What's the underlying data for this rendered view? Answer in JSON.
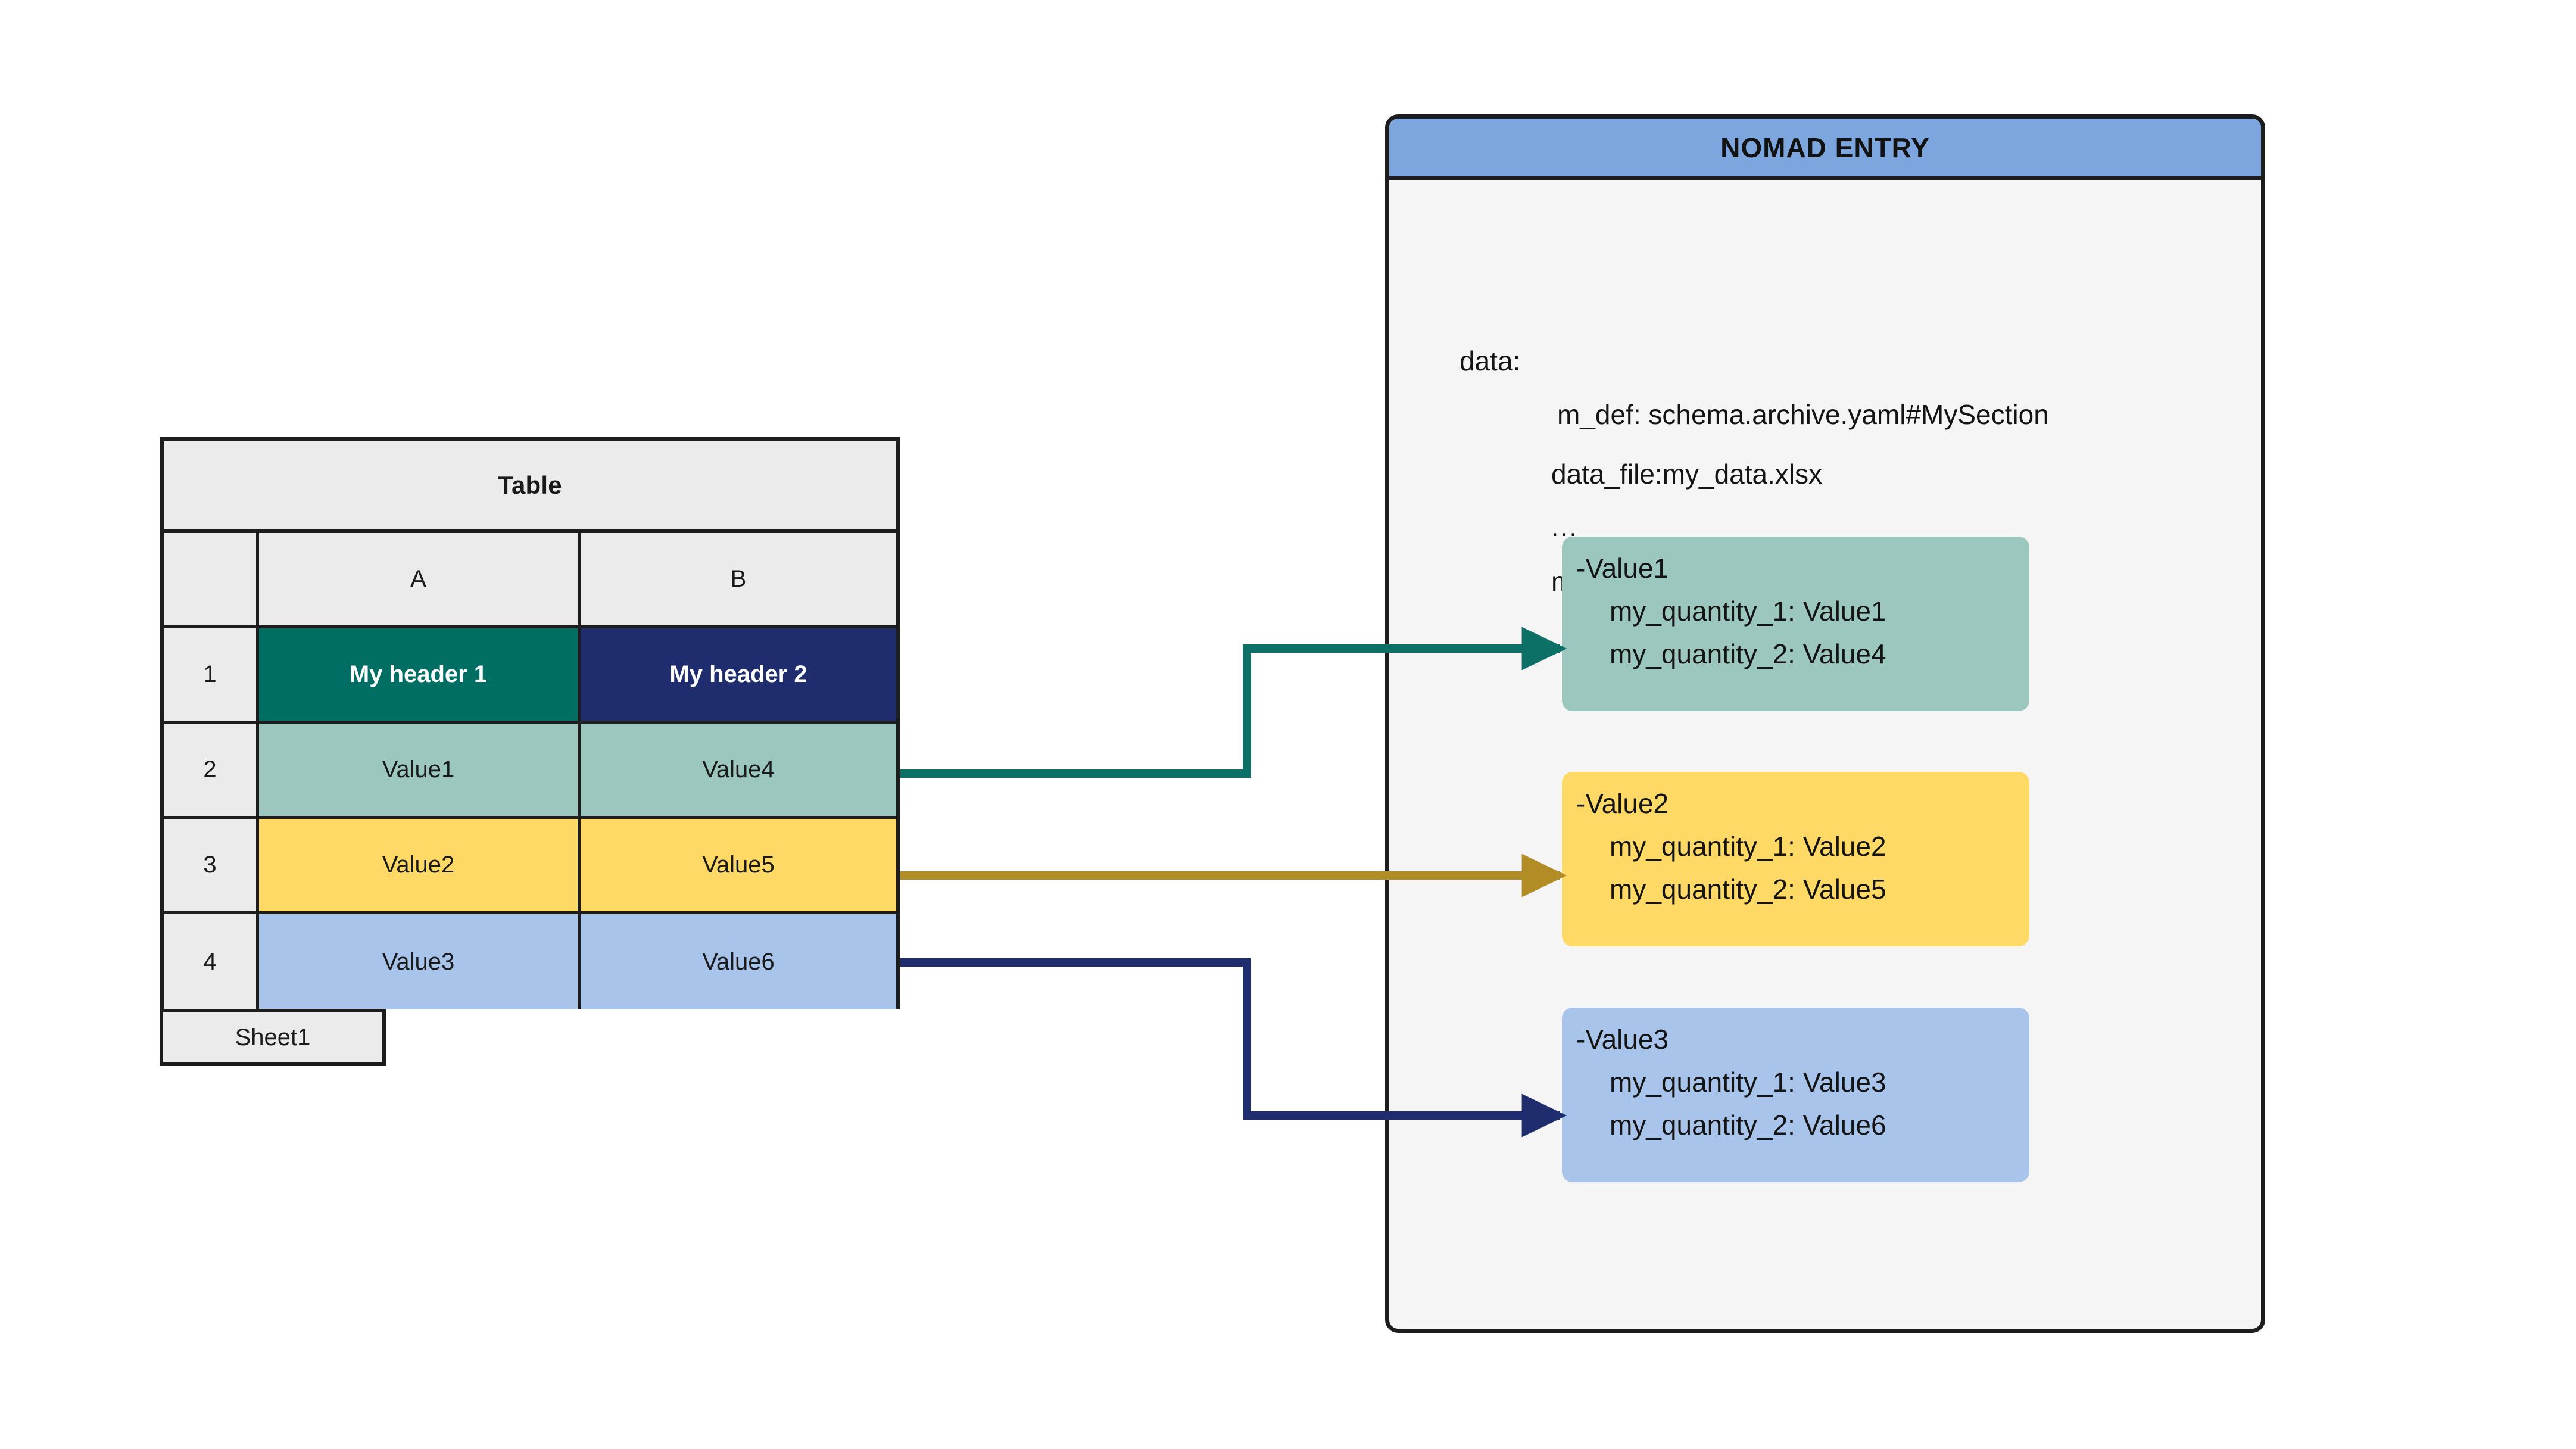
{
  "spreadsheet": {
    "title": "Table",
    "column_headers": [
      "",
      "A",
      "B"
    ],
    "rows": [
      {
        "num": "1",
        "a": "My header 1",
        "b": "My header 2"
      },
      {
        "num": "2",
        "a": "Value1",
        "b": "Value4"
      },
      {
        "num": "3",
        "a": "Value2",
        "b": "Value5"
      },
      {
        "num": "4",
        "a": "Value3",
        "b": "Value6"
      }
    ],
    "sheet_tab": "Sheet1"
  },
  "nomad": {
    "title": "NOMAD ENTRY",
    "yaml": {
      "data": "data:",
      "m_def": "m_def: schema.archive.yaml#MySection",
      "data_file": "data_file:my_data.xlsx",
      "ellipsis": "...",
      "repeated_sub_section": "my_repeated_sub_section:"
    },
    "sub_sections": [
      {
        "bullet": "-Value1",
        "quantity_1": "my_quantity_1: Value1",
        "quantity_2": "my_quantity_2: Value4"
      },
      {
        "bullet": "-Value2",
        "quantity_1": "my_quantity_1: Value2",
        "quantity_2": "my_quantity_2: Value5"
      },
      {
        "bullet": "-Value3",
        "quantity_1": "my_quantity_1: Value3",
        "quantity_2": "my_quantity_2: Value6"
      }
    ]
  },
  "colors": {
    "header_teal_dark": "#006E62",
    "header_navy_dark": "#1F2D6E",
    "row_teal_light": "#9CC7BF",
    "row_yellow": "#FFD966",
    "row_blue_light": "#A9C4EB",
    "panel_header_blue": "#7EA6DE",
    "panel_body": "#F5F5F5",
    "grid_gray": "#EBEBEB",
    "arrow_teal": "#0C7066",
    "arrow_gold": "#B28C24",
    "arrow_navy": "#1F2D6E",
    "stroke_dark": "#1D1D1D"
  }
}
